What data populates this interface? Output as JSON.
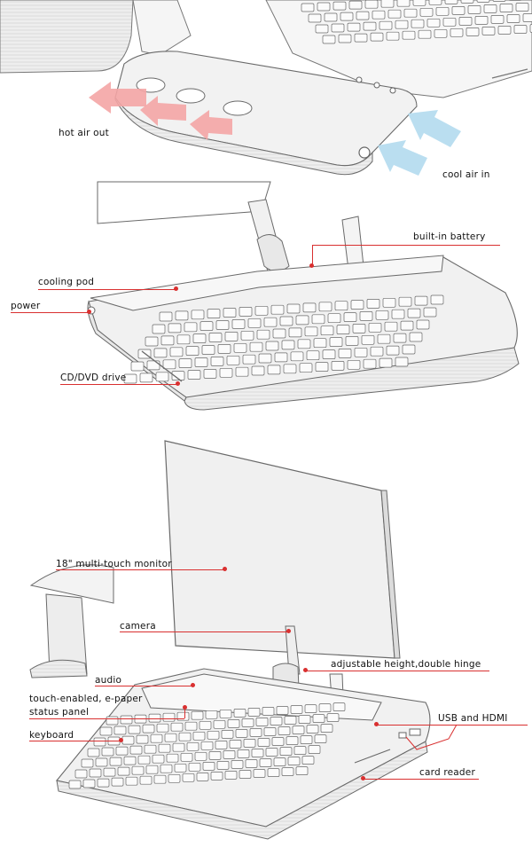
{
  "labels": {
    "hot_air_out": "hot air out",
    "cool_air_in": "cool air in",
    "built_in_battery": "built-in battery",
    "cooling_pod": "cooling pod",
    "power": "power",
    "cd_dvd_drive": "CD/DVD drive",
    "monitor": "18\" multi-touch monitor",
    "camera": "camera",
    "adjustable_hinge": "adjustable height,double hinge",
    "audio": "audio",
    "epaper_line1": "touch-enabled, e-paper",
    "epaper_line2": "status panel",
    "usb_hdmi": "USB and HDMI",
    "keyboard": "keyboard",
    "card_reader": "card reader"
  },
  "colors": {
    "leader": "#d93030",
    "hot_arrow": "#f4a5a5",
    "cool_arrow": "#b6dcef",
    "outline": "#6a6a6a",
    "body_fill": "#f1f1f1"
  }
}
